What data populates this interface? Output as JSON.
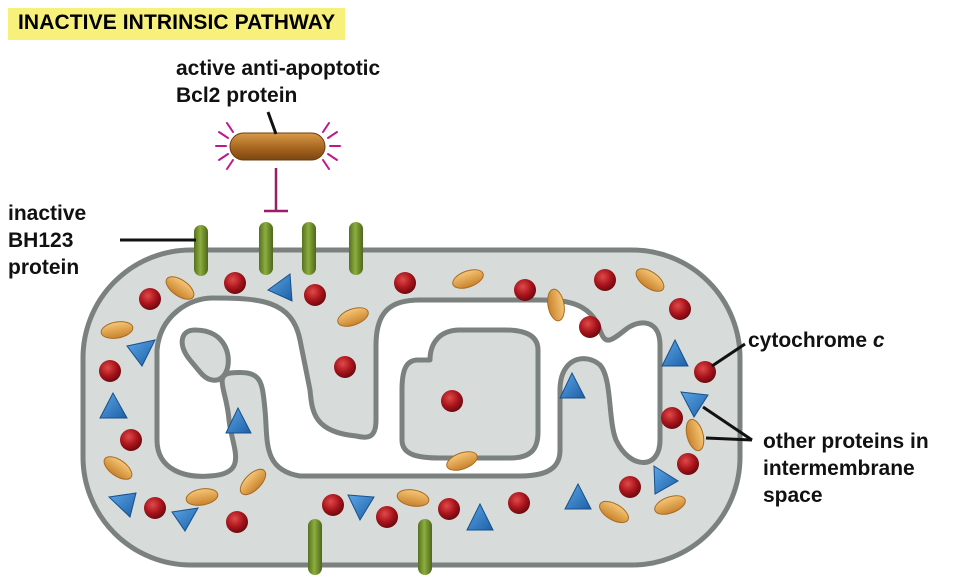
{
  "title": "INACTIVE INTRINSIC PATHWAY",
  "labels": {
    "bcl2": {
      "line1": "active anti-apoptotic",
      "line2": "Bcl2 protein"
    },
    "bh123": {
      "line1": "inactive",
      "line2": "BH123",
      "line3": "protein"
    },
    "cytochrome": {
      "text": "cytochrome ",
      "italic": "c"
    },
    "other": {
      "line1": "other proteins in",
      "line2": "intermembrane",
      "line3": "space"
    }
  },
  "colors": {
    "banner": "#f7f07a",
    "membrane_fill": "#d7dcda",
    "membrane_stroke": "#7b817e",
    "bh123": "#6e8f2c",
    "bcl2": "#b5742a",
    "glow": "#c0188a",
    "inhibit": "#9b1d6a",
    "cytochrome": "#a8141b",
    "oval": "#e2a04a",
    "triangle": "#2f7fc7"
  }
}
